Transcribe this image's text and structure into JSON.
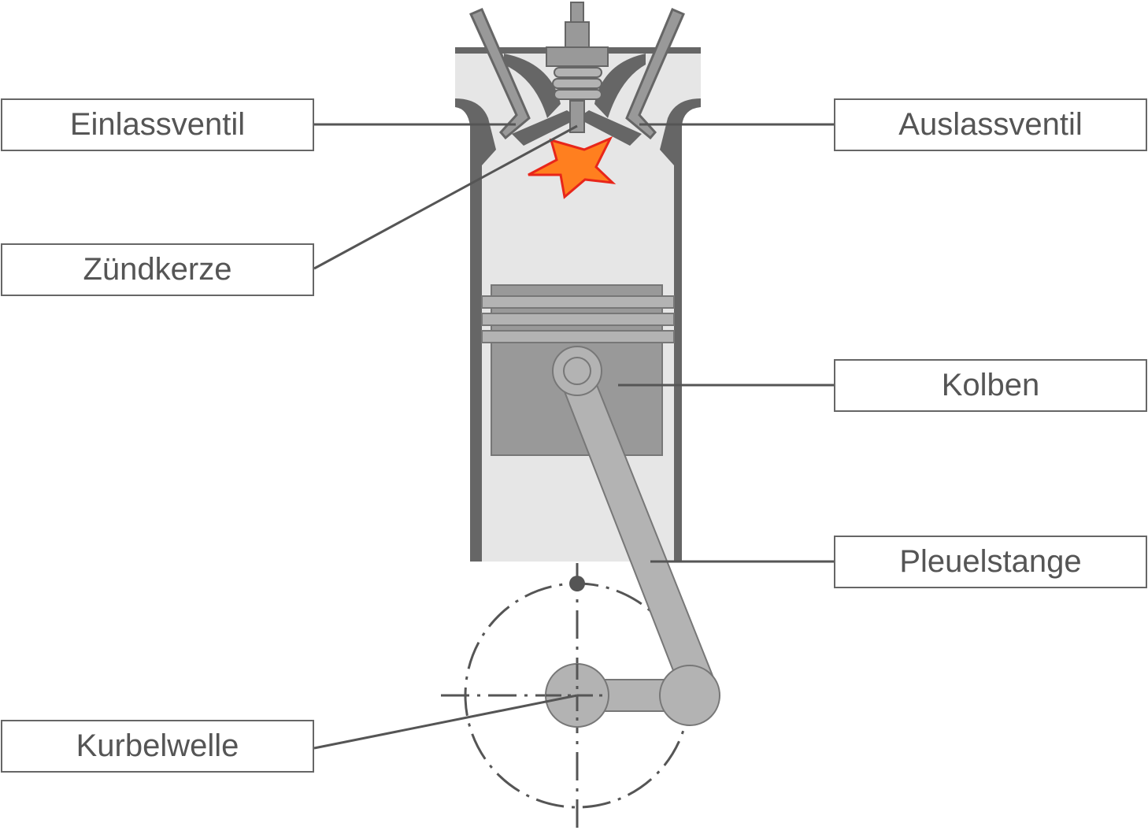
{
  "labels": {
    "einlassventil": "Einlassventil",
    "zuendkerze": "Zündkerze",
    "kurbelwelle": "Kurbelwelle",
    "auslassventil": "Auslassventil",
    "kolben": "Kolben",
    "pleuelstange": "Pleuelstange"
  },
  "colors": {
    "wall": "#666666",
    "chamber": "#e6e6e6",
    "part": "#999999",
    "part_light": "#b3b3b3",
    "spark_fill": "#ff7f1f",
    "spark_stroke": "#e8261a",
    "leader": "#555555"
  }
}
